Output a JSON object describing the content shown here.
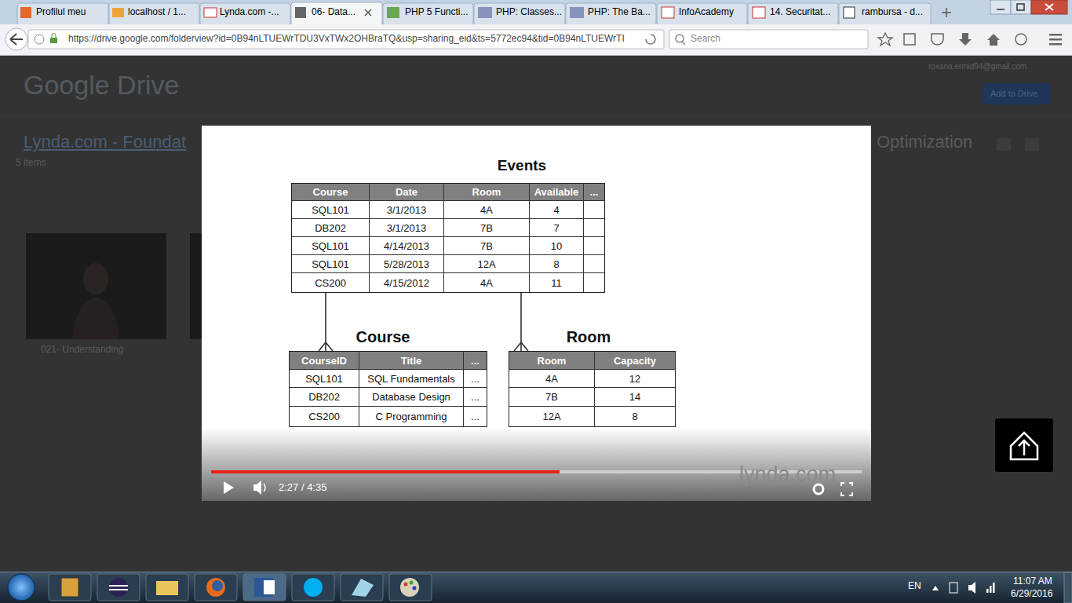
{
  "diagram": {
    "nodes": [
      {
        "text": [
          "Events",
          "Course",
          "Date",
          "Room",
          "Available",
          "...",
          "SQL101",
          "3/1/2013",
          "4A",
          "4",
          "DB202",
          "3/1/2013",
          "7B",
          "7",
          "SQL101",
          "4/14/2013",
          "7B",
          "10",
          "SQL101",
          "5/28/2013",
          "12A",
          "8",
          "CS200",
          "4/15/2012",
          "4A",
          "11"
        ]
      },
      {
        "text": [
          "Course",
          "CourseID",
          "Title",
          "...",
          "SQL101",
          "SQL Fundamentals",
          "...",
          "DB202",
          "Database Design",
          "...",
          "CS200",
          "C Programming",
          "..."
        ]
      },
      {
        "text": [
          "Room",
          "Room",
          "Capacity",
          "4A",
          "12",
          "7B",
          "14",
          "12A",
          "8"
        ]
      }
    ],
    "edges": [
      {
        "from": 0,
        "to": 1,
        "arrow": "to"
      },
      {
        "from": 0,
        "to": 2,
        "arrow": "to"
      }
    ],
    "labels": [
      "Profilul meu",
      "localhost / 1...",
      "Lynda.com -...",
      "06- Data...",
      "PHP 5 Functi...",
      "PHP: Classes...",
      "PHP: The Ba...",
      "InfoAcademy",
      "14. Securitat...",
      "rambursa - d...",
      "https://drive.google.com/folderview?id=0B94nLTUEWrTDU3VxTWx2OHBraTQ&usp=sharing_eid&ts=5772ec94&tid=0B94nLTUEWrTI",
      "Search",
      "Google Drive",
      "roxana.ermid94@gmail.com",
      "Add to Drive",
      "Lynda.com - Foundat",
      "Optimization",
      "5 items",
      "021- Understanding",
      "2:27 / 4:35",
      "lynda.com",
      "EN",
      "11:07 AM",
      "6/29/2016"
    ]
  }
}
